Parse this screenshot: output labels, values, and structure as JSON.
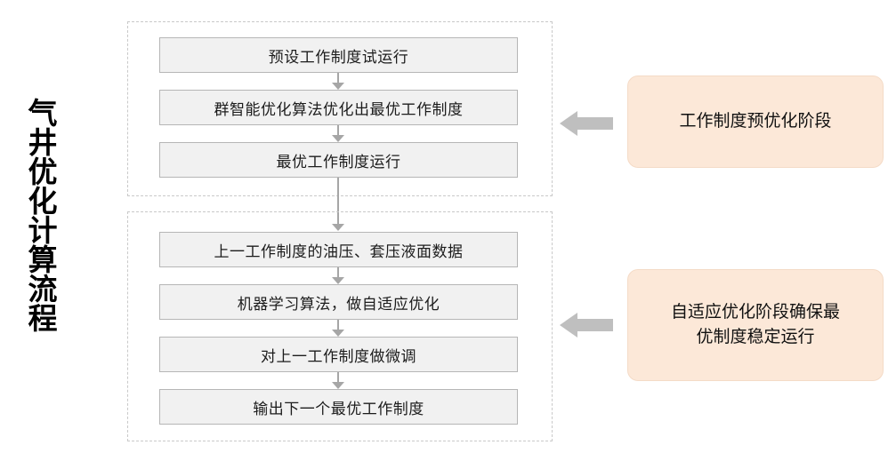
{
  "title": {
    "vertical_label": "气井优化计算流程"
  },
  "groups": [
    {
      "id": "pre-optimization",
      "steps": [
        {
          "label": "预设工作制度试运行"
        },
        {
          "label": "群智能优化算法优化出最优工作制度"
        },
        {
          "label": "最优工作制度运行"
        }
      ]
    },
    {
      "id": "adaptive-optimization",
      "steps": [
        {
          "label": "上一工作制度的油压、套压液面数据"
        },
        {
          "label": "机器学习算法，做自适应优化"
        },
        {
          "label": "对上一工作制度做微调"
        },
        {
          "label": "输出下一个最优工作制度"
        }
      ]
    }
  ],
  "callouts": [
    {
      "id": "callout-pre-optimization",
      "lines": [
        "工作制度预优化阶段"
      ],
      "arrow_icon": "arrow-left-icon"
    },
    {
      "id": "callout-adaptive-optimization",
      "lines": [
        "自适应优化阶段确保最",
        "优制度稳定运行"
      ],
      "arrow_icon": "arrow-left-icon"
    }
  ],
  "colors": {
    "step_fill": "#f1f1f1",
    "step_border": "#b6b6b6",
    "callout_fill": "#fce8d8",
    "callout_border": "#f4dbc7",
    "connector": "#a6a6a6",
    "block_arrow": "#bfbfbf",
    "group_border": "#c9c9c9",
    "background": "#ffffff"
  }
}
